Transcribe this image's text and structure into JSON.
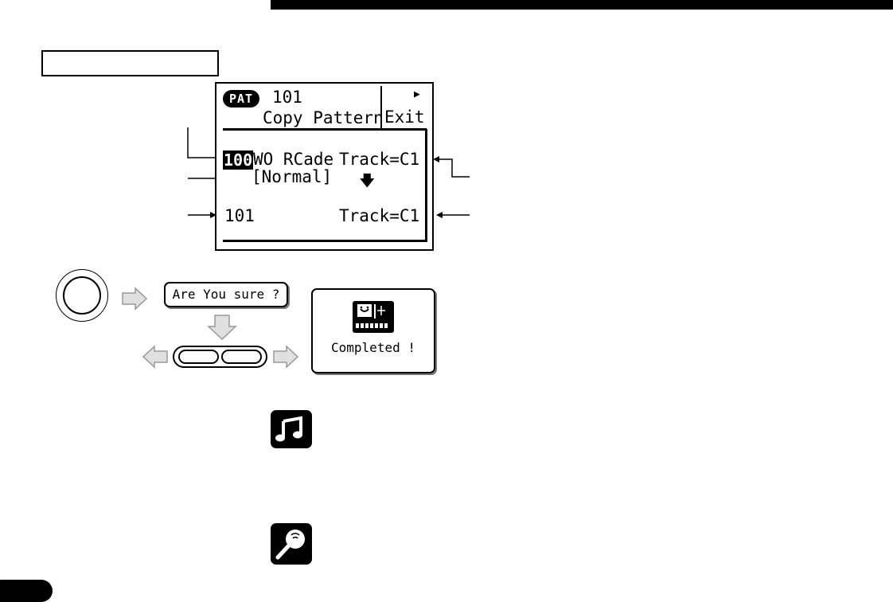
{
  "screen": {
    "badge": "PAT",
    "pattern_number": "101",
    "function_title": "Copy Pattern",
    "exit_label": "Exit",
    "source": {
      "number": "100",
      "name": "WO RCade",
      "track": "Track=C1"
    },
    "mode": "[Normal]",
    "destination": {
      "number": "101",
      "track": "Track=C1"
    }
  },
  "dialogs": {
    "confirm_text": "Are You sure ?",
    "completed_text": "Completed !"
  },
  "icons": {
    "down_arrow": "down-arrow-icon",
    "note": "music-note-icon",
    "search": "magnifier-icon",
    "corner": "play-indicator-icon"
  }
}
